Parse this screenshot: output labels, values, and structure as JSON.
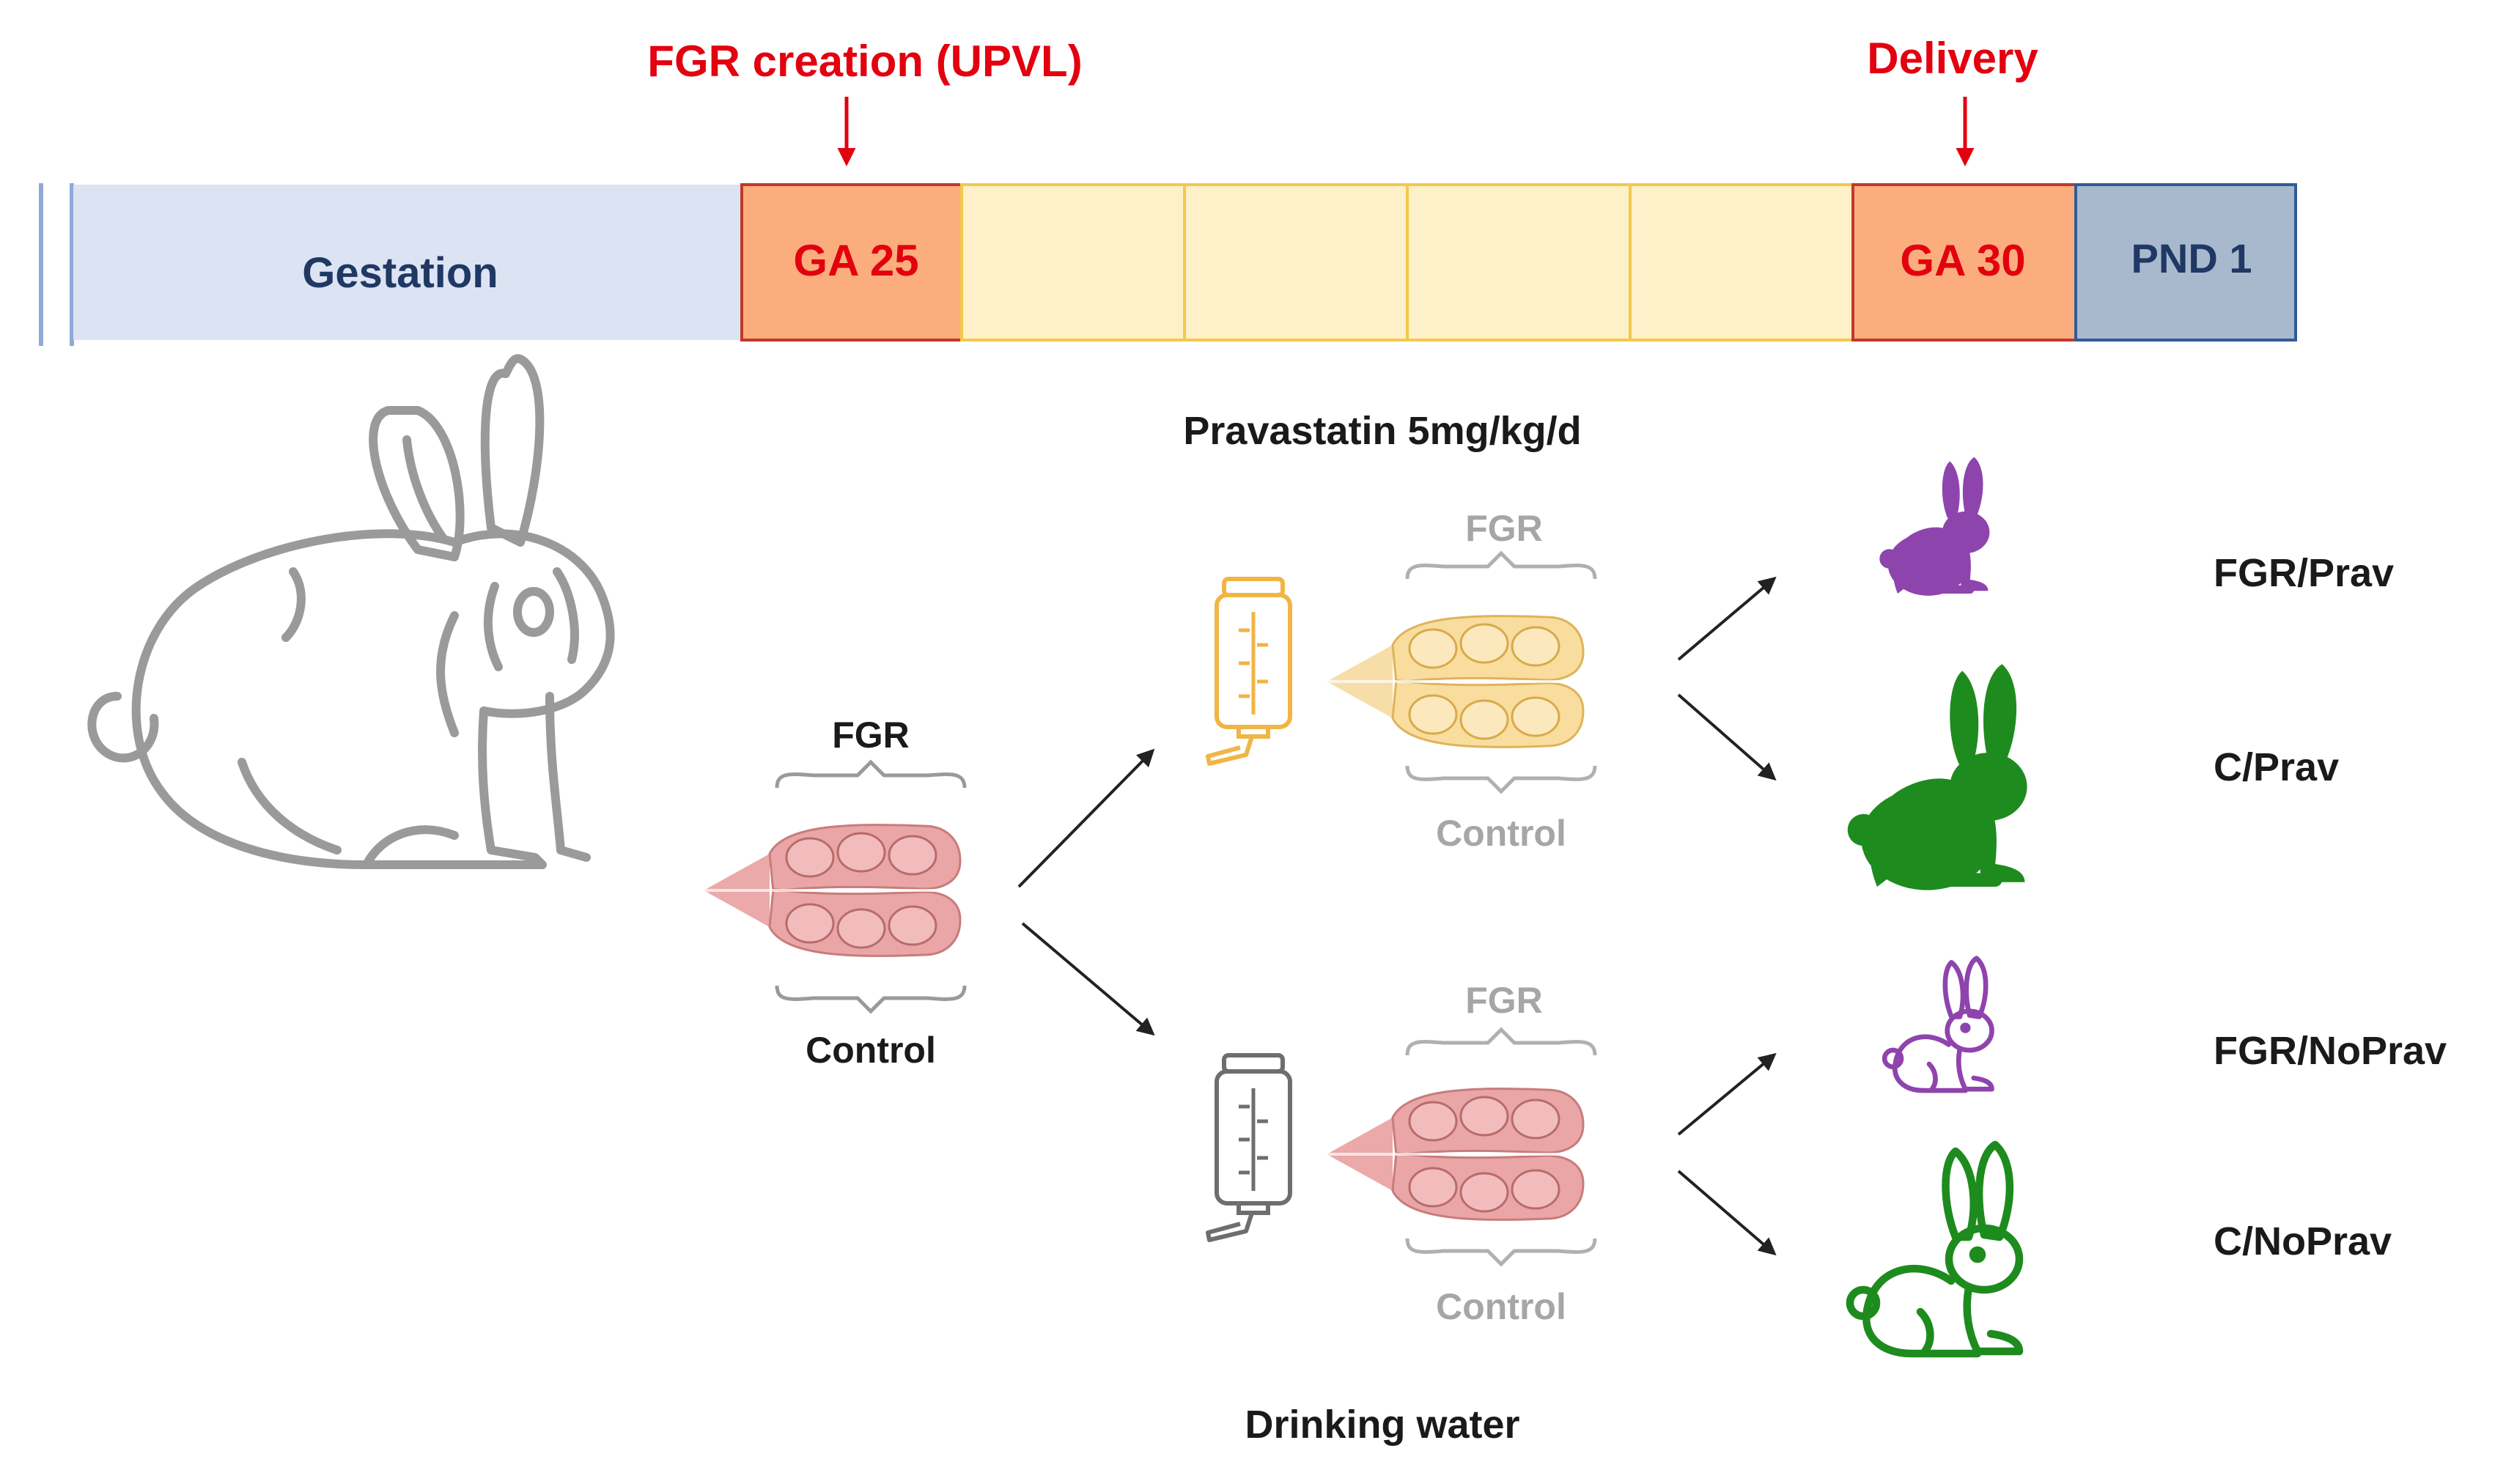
{
  "timeline": {
    "events": {
      "fgr_creation": "FGR creation (UPVL)",
      "delivery": "Delivery"
    },
    "segments": {
      "gestation": "Gestation",
      "ga25": "GA 25",
      "ga30": "GA 30",
      "pnd1": "PND 1"
    }
  },
  "treatment": {
    "pravastatin": "Pravastatin 5mg/kg/d",
    "water": "Drinking water"
  },
  "uterus_labels": {
    "fgr": "FGR",
    "control": "Control"
  },
  "groups": {
    "fgr_prav": "FGR/Prav",
    "c_prav": "C/Prav",
    "fgr_noprav": "FGR/NoPrav",
    "c_noprav": "C/NoPrav"
  },
  "colors": {
    "event_red": "#e3000f",
    "gestation_fill": "#dce3f2",
    "gestation_text": "#1f3864",
    "ga_fill": "#fbad7e",
    "ga_border": "#c0392b",
    "day_fill": "#fef0c8",
    "day_border": "#f2c94c",
    "pnd_fill": "#a9b9cd",
    "pnd_border": "#2e5c9a",
    "uterus_pink": "#e79a9a",
    "uterus_yellow": "#f4cf82",
    "prav_bottle": "#f0b545",
    "water_bottle": "#6e6e6e",
    "purple": "#8e44ad",
    "green": "#1e8b1e",
    "faded_text": "#a6a6a6",
    "outline_gray": "#9a9a9a"
  },
  "icons": {
    "adult_rabbit": "rabbit-outline-icon",
    "bottle": "water-bottle-icon",
    "uterus": "bicornuate-uterus-icon",
    "offspring": "rabbit-silhouette-icon"
  }
}
